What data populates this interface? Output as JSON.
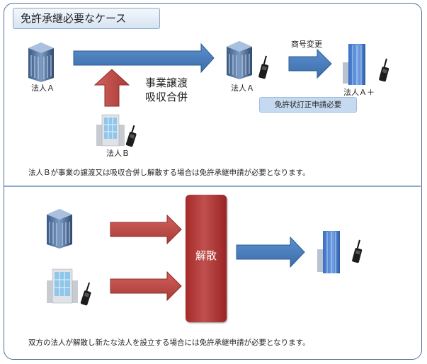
{
  "title": "免許承継必要なケース",
  "top": {
    "entity_a_left": "法人Ａ",
    "entity_a_mid": "法人Ａ",
    "entity_a_plus": "法人Ａ＋",
    "entity_b": "法人Ｂ",
    "merge_label_line1": "事業譲渡",
    "merge_label_line2": "吸収合併",
    "rename_label": "商号変更",
    "correction_badge": "免許状訂正申請必要",
    "note": "法人Ｂが事業の譲渡又は吸収合併し解散する場合は免許承継申請が必要となります。"
  },
  "bottom": {
    "dissolve_label": "解散",
    "note": "双方の法人が解散し新たな法人を設立する場合には免許承継申請が必要となります。"
  },
  "colors": {
    "blue_arrow": "#4a7ebb",
    "red_arrow": "#c0504d",
    "frame": "#4f6f98"
  },
  "icons": [
    "office-building-icon",
    "glass-building-icon",
    "walkie-talkie-icon"
  ]
}
